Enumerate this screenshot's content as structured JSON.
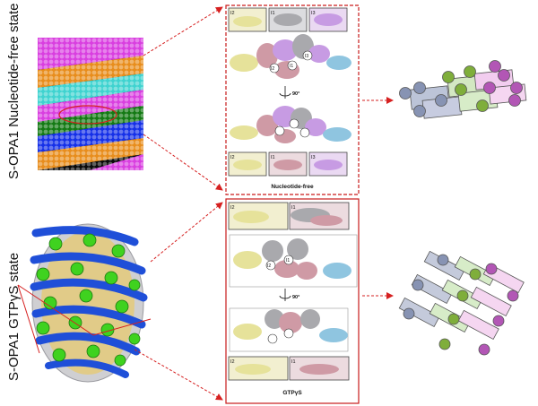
{
  "rows": {
    "top": {
      "side_label": "S-OPA1 Nucleotide-free state",
      "panel_caption": "Nucleotide-free",
      "view_labels": [
        "I2",
        "I1",
        "I3"
      ],
      "bottom_view_labels": [
        "I2",
        "I1",
        "I3"
      ],
      "rotation_label": "90°",
      "subunit_labels": [
        "I1",
        "I2",
        "I3"
      ]
    },
    "bottom": {
      "side_label": "S-OPA1 GTPγS  state",
      "panel_caption": "GTPγS",
      "view_labels": [
        "I2",
        "I1"
      ],
      "bottom_view_labels": [
        "I2",
        "I1"
      ],
      "rotation_label": "90°",
      "subunit_labels": [
        "I1",
        "I2"
      ]
    }
  },
  "colors": {
    "arrow": "#d62020",
    "panel_border": "#c91b1b",
    "yellow": "#e6e29a",
    "grey": "#a9a9ad",
    "pink": "#cf9aa5",
    "blue": "#8fc5e0",
    "violet": "#c79be3",
    "ball_grey": "#8793b3",
    "ball_green": "#7fae3b",
    "ball_magenta": "#b256b5"
  }
}
